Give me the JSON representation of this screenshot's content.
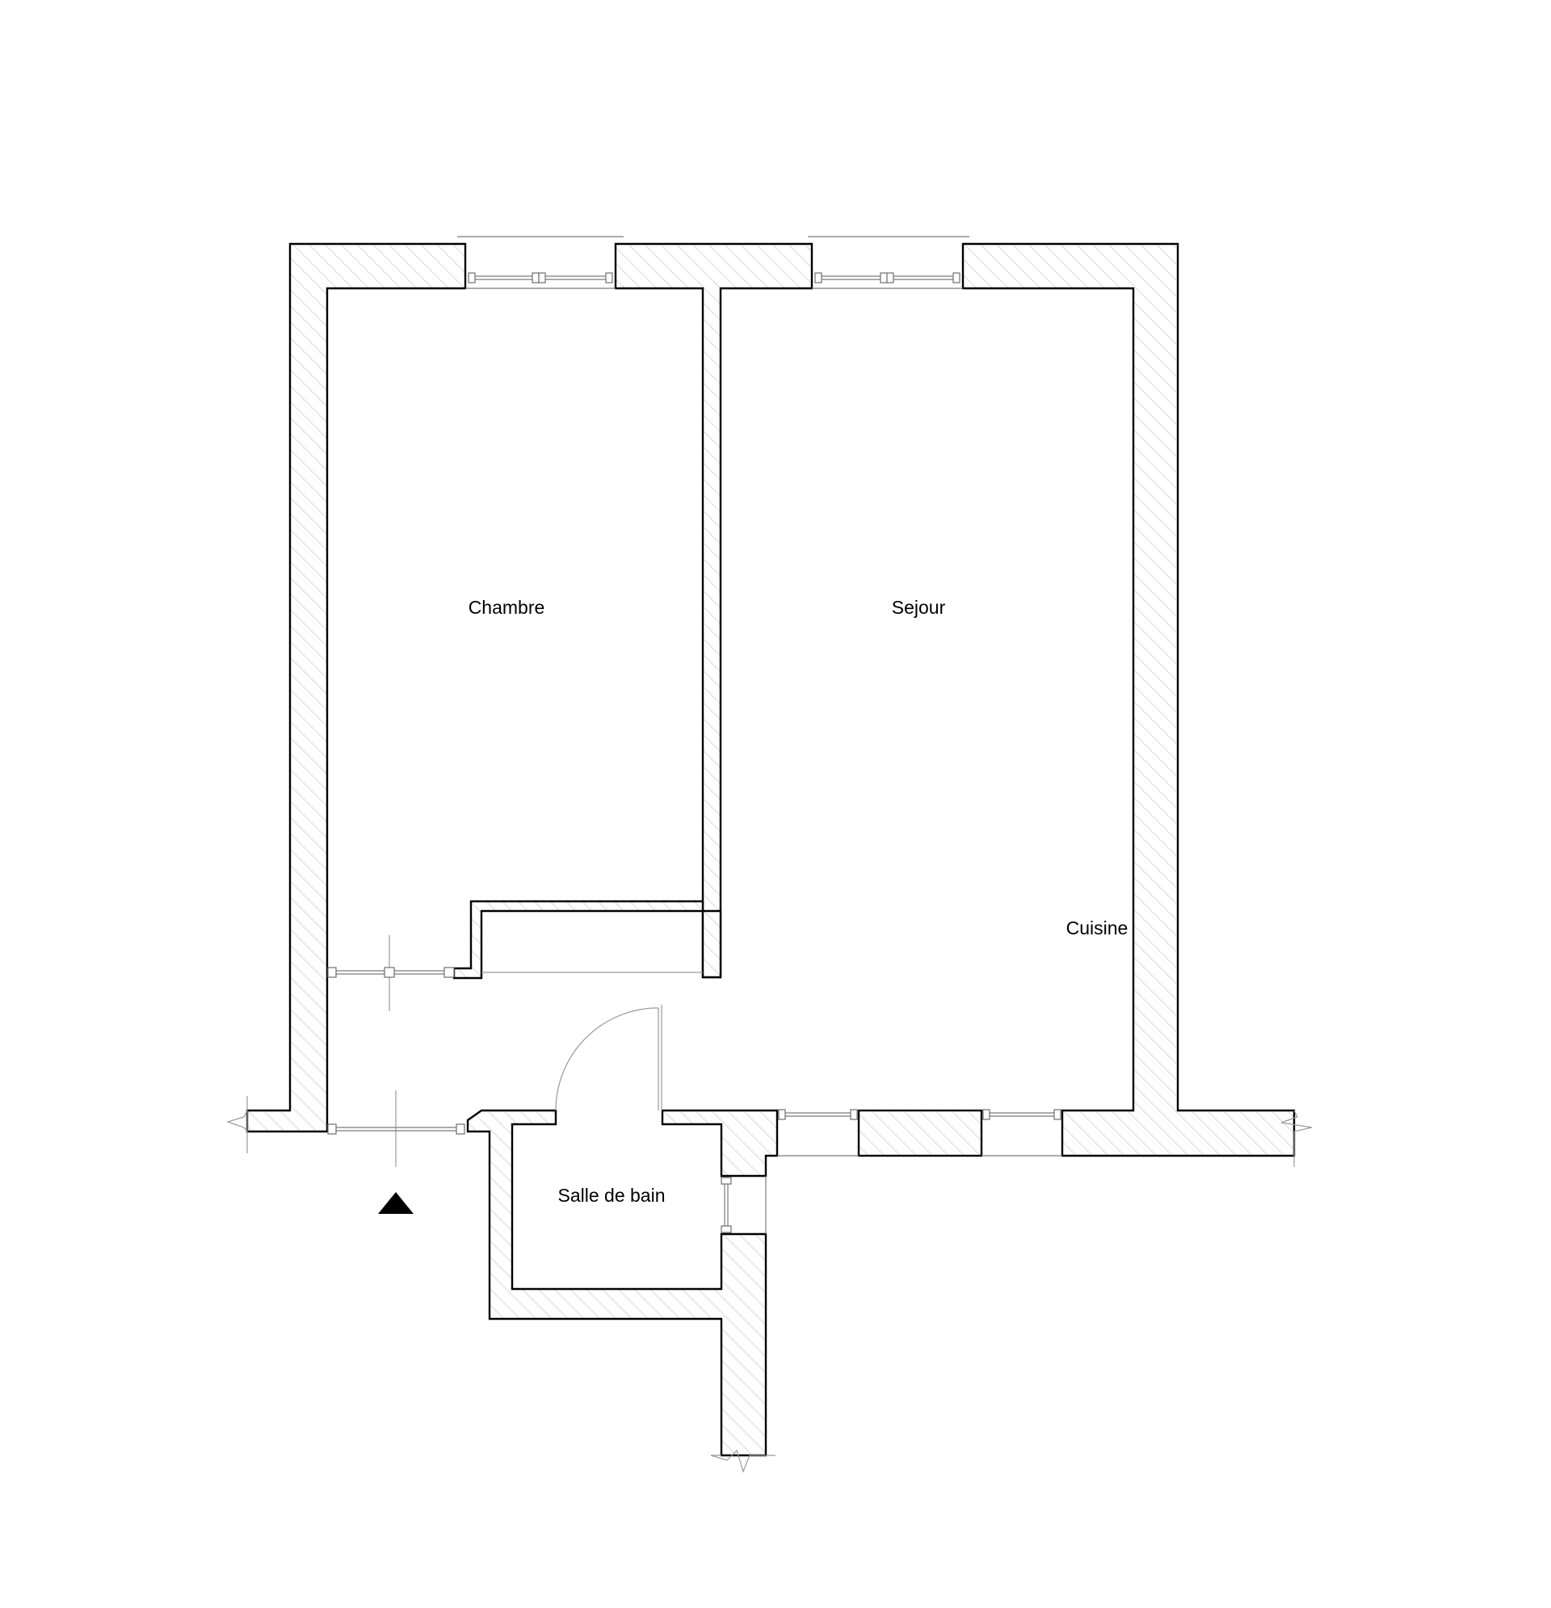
{
  "rooms": {
    "chambre": "Chambre",
    "sejour": "Sejour",
    "cuisine": "Cuisine",
    "salle_de_bain": "Salle de bain"
  },
  "colors": {
    "wall_outline": "#000000",
    "hatch": "#c8c8c8",
    "background": "#ffffff"
  },
  "symbols": {
    "entrance": "entrance-arrow-icon"
  }
}
